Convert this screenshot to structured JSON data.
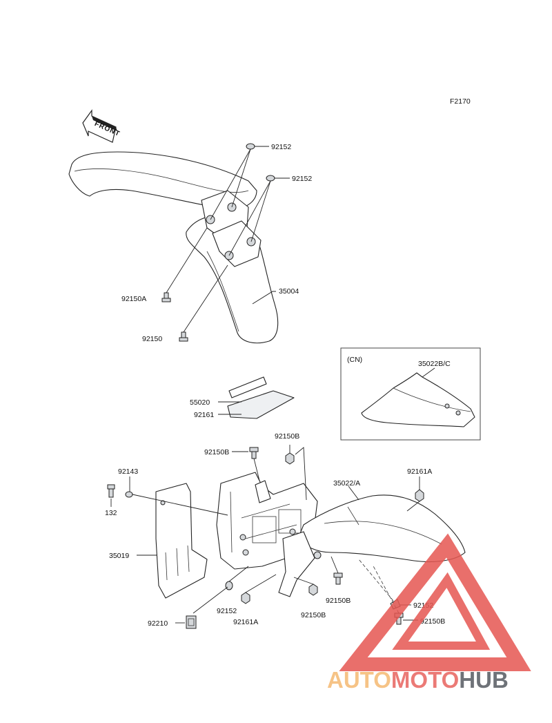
{
  "diagram": {
    "figure_code": "F2170",
    "direction_marker": "FRONT",
    "inset_label": "(CN)",
    "brand_watermark": {
      "word_part_1": "AUTO",
      "word_part_2": "MOTO",
      "word_part_3": "HUB",
      "colors": {
        "auto": "#f5b971",
        "moto": "#e8635f",
        "hub": "#555a61",
        "triangle": "#e65752"
      }
    },
    "labels": {
      "p92152_top1": "92152",
      "p92152_top2": "92152",
      "p92150a": "92150A",
      "p35004": "35004",
      "p92150_front": "92150",
      "p35022bc": "35022B/C",
      "p55020": "55020",
      "p92161_upper": "92161",
      "p92150b_1": "92150B",
      "p92150b_2": "92150B",
      "p92143": "92143",
      "p132": "132",
      "p35022a": "35022/A",
      "p92161a_right": "92161A",
      "p35019": "35019",
      "p92152_lower": "92152",
      "p92161a_lower": "92161A",
      "p92150b_3": "92150B",
      "p92150b_4": "92150B",
      "p92152_right": "92152",
      "p92150b_right": "92150B",
      "p92210": "92210"
    }
  }
}
